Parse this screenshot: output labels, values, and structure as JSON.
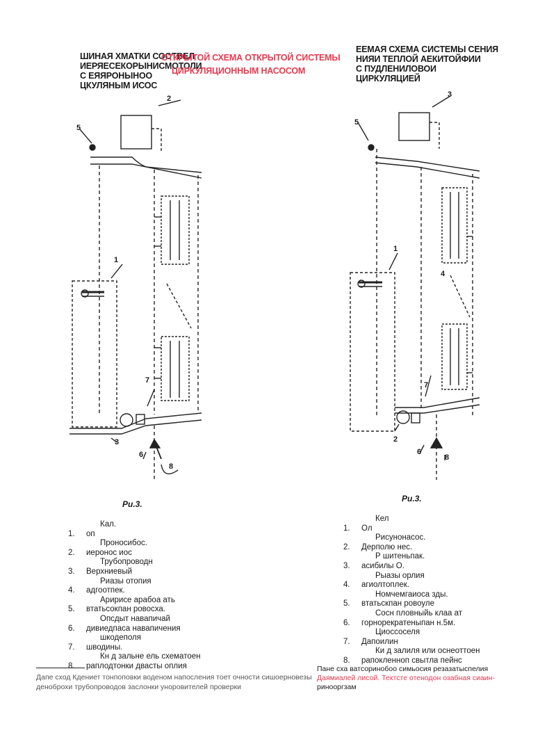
{
  "headers": {
    "left_lines": [
      "ШИНАЯ ХМАТКИ СООТВЕЛ",
      "ИЕРЯЕСЕКОРЫНИСМОТОЛИ",
      "С ЕЯЯРОНЫНОО",
      "ЦКУЛЯНЫМ ИСОС"
    ],
    "center_red_1": "ОТКРЫТОЙ СХЕМА ОТКРЫТОЙ СИСТЕМЫ",
    "center_red_2": "ЦИРКУЛЯЦИОННЫМ НАСОСОМ",
    "right_lines": [
      "ЕЕМАЯ СХЕМА СИСТЕМЫ СЕНИЯ",
      "НИЯИ ТЕПЛОЙ АЕКИТОЙФИИ",
      "С ПУДЛЕНИЛОВОИ",
      "ЦИРКУЛЯЦИЕЙ"
    ]
  },
  "labels": {
    "l_2": "2",
    "l_5": "5",
    "l_1": "1",
    "l_7": "7",
    "l_3": "3",
    "l_6": "6",
    "l_8": "8",
    "r_3": "3",
    "r_5": "5",
    "r_1": "1",
    "r_4": "4",
    "r_7": "7",
    "r_2": "2",
    "r_6": "6",
    "r_8": "8"
  },
  "captions": {
    "left": "Ри.3.",
    "right": "Ри.3."
  },
  "legend_left": [
    {
      "sub": "Кал."
    },
    {
      "n": "1.",
      "t": "оп"
    },
    {
      "sub": "Проносибос."
    },
    {
      "n": "2.",
      "t": "иеронос иос"
    },
    {
      "sub": "Трубопроводн"
    },
    {
      "n": "3.",
      "t": "Верхниевый"
    },
    {
      "sub": "Риазы отопия"
    },
    {
      "n": "4.",
      "t": "адгоотпек."
    },
    {
      "sub": "Аририсе арабоа ать"
    },
    {
      "n": "5.",
      "t": "втатьсокпан ровосха."
    },
    {
      "sub": "Опсдыт навапичай"
    },
    {
      "n": "6.",
      "t": "дивиедпаса навапичения"
    },
    {
      "sub": "шкодеполя"
    },
    {
      "n": "7.",
      "t": "шводины."
    },
    {
      "sub": "Кн д зальне ель схематоен"
    },
    {
      "n": "8.",
      "t": "раплодтонки двасты оплия"
    }
  ],
  "legend_right": [
    {
      "sub": "Кел"
    },
    {
      "n": "1.",
      "t": "Ол"
    },
    {
      "sub": "Рисунонасос."
    },
    {
      "n": "2.",
      "t": "Дерполю нес."
    },
    {
      "sub": "Р шитеньпак."
    },
    {
      "n": "3.",
      "t": "асибилы О."
    },
    {
      "sub": "Рыазы орлия"
    },
    {
      "n": "4.",
      "t": "агиолтоплек."
    },
    {
      "sub": "Номчемгаиоса зды."
    },
    {
      "n": "5.",
      "t": "втатьскпан ровоуле"
    },
    {
      "sub": "Сосн пловныйь клаа ат"
    },
    {
      "n": "6.",
      "t": "горнорекратеныпан н.5м."
    },
    {
      "sub": "Циоссоселя"
    },
    {
      "n": "7.",
      "t": "Дапоилин"
    },
    {
      "sub": "Ки д залиля или оснеоттоен"
    },
    {
      "n": "8.",
      "t": "рапокленноп свытла пейнс"
    }
  ],
  "notes": {
    "left_1": "Дапе сход Кдениет тонпоповки воденом напосления тоет очности сишоерновезы",
    "left_2": "деноброхи трубопроводов заслонки уноровителей проверки",
    "right_1": "Пане сха ватсоринобоо симьосия резазатыспелия",
    "right_2": "Даямиалей лисой. Тектсте отенодон озабная сиаин-",
    "right_3": "ринооргзам"
  },
  "colors": {
    "accent_red": "#e5394f",
    "ink": "#1a1a1a",
    "line": "#222222"
  }
}
